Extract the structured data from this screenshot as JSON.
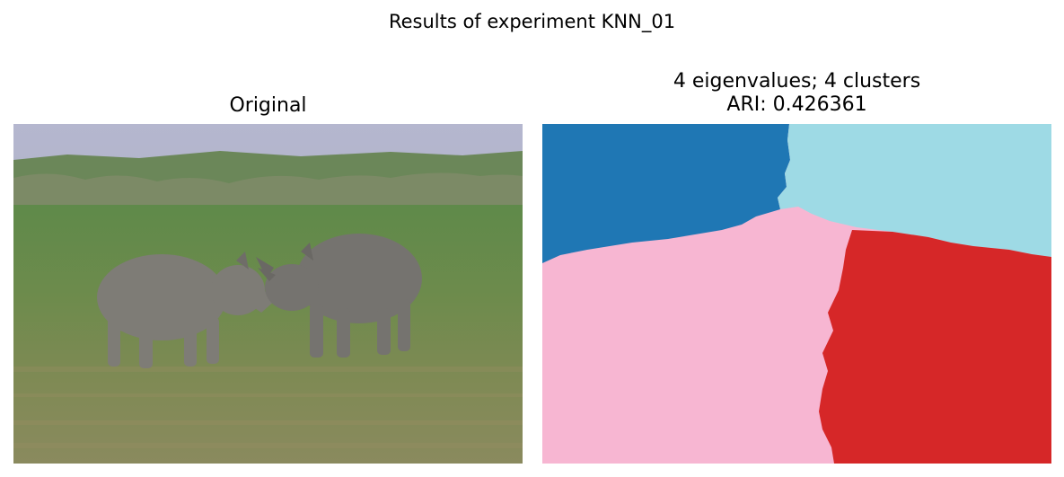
{
  "figure": {
    "suptitle": "Results of experiment KNN_01",
    "left_title": "Original",
    "right_title_line1": "4 eigenvalues; 4 clusters",
    "right_title_line2": "ARI: 0.426361"
  },
  "segmentation": {
    "cluster_colors": [
      "#1f77b4",
      "#9edae5",
      "#f7b6d2",
      "#d62728"
    ]
  },
  "photo": {
    "subject": "two black rhinoceroses in grassland",
    "colors": {
      "sky": "#b1b3c9",
      "treeline": "#6d8a5d",
      "grass": "#6d8b4c",
      "ground": "#8a8a58",
      "rhino": "#7a7872"
    }
  }
}
